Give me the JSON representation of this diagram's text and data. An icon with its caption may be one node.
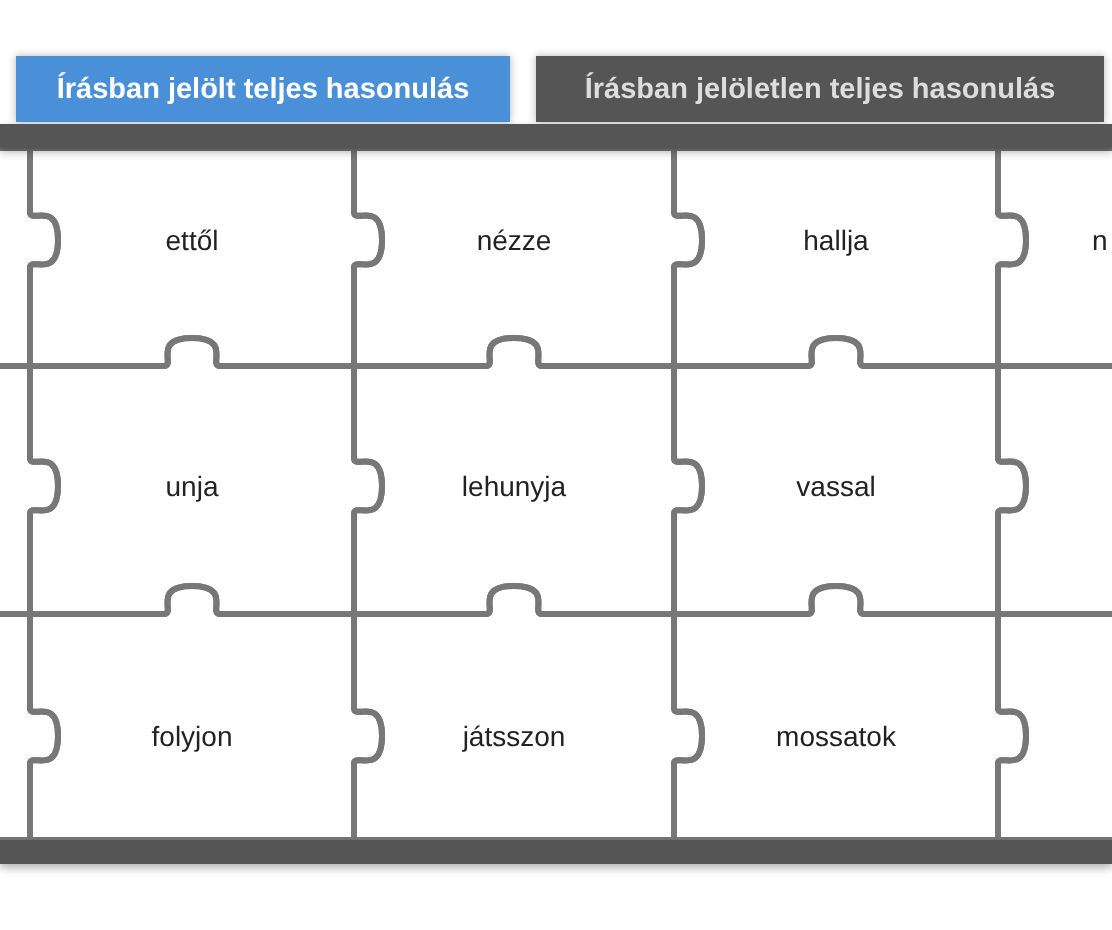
{
  "diagram": {
    "nodes": [
      {
        "text": [
          "Írásban jelölt teljes hasonulás"
        ]
      },
      {
        "text": [
          "Írásban jelöletlen teljes hasonulás"
        ]
      },
      {
        "text": [],
        "shape": "box"
      },
      {
        "text": [
          "ettől"
        ]
      },
      {
        "text": [
          "nézze"
        ]
      },
      {
        "text": [
          "hallja"
        ]
      },
      {
        "text": [
          "n"
        ]
      },
      {
        "text": [],
        "shape": "box"
      },
      {
        "text": [
          "unja"
        ]
      },
      {
        "text": [
          "lehunyja"
        ]
      },
      {
        "text": [
          "vassal"
        ]
      },
      {
        "text": [],
        "shape": "box"
      },
      {
        "text": [],
        "shape": "box"
      },
      {
        "text": [
          "folyjon"
        ]
      },
      {
        "text": [
          "játsszon"
        ]
      },
      {
        "text": [
          "mossatok"
        ]
      },
      {
        "text": [],
        "shape": "box"
      }
    ]
  }
}
